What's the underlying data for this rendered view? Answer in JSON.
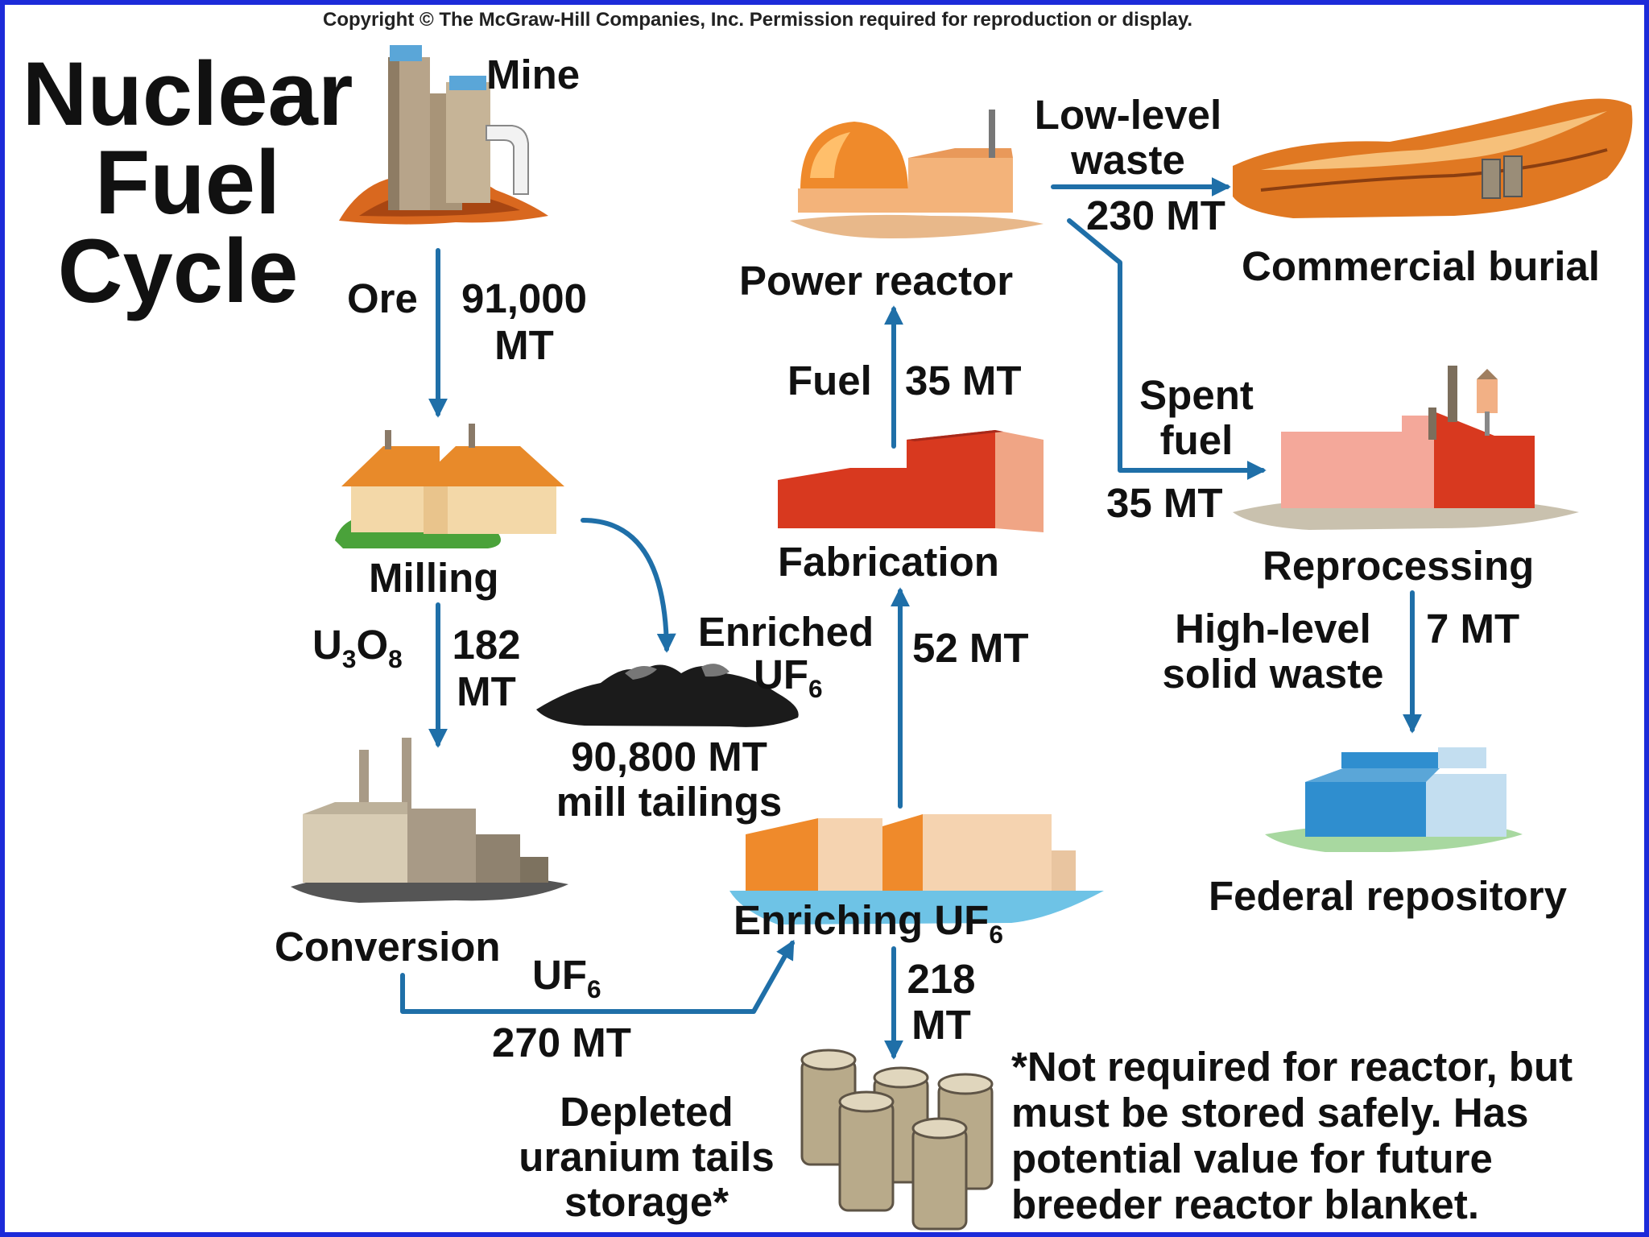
{
  "copyright": "Copyright © The McGraw-Hill Companies, Inc. Permission required for reproduction or display.",
  "title": {
    "line1": "Nuclear",
    "line2": "Fuel",
    "line3": "Cycle"
  },
  "stages": {
    "mine": "Mine",
    "milling": "Milling",
    "conversion": "Conversion",
    "enriching": {
      "text": "Enriching UF",
      "sub": "6"
    },
    "fabrication": "Fabrication",
    "power_reactor": "Power reactor",
    "commercial_burial": "Commercial burial",
    "reprocessing": "Reprocessing",
    "federal_repository": "Federal repository",
    "mill_tailings": {
      "line1": "90,800 MT",
      "line2": "mill tailings"
    },
    "depleted_storage": {
      "line1": "Depleted",
      "line2": "uranium tails",
      "line3": "storage*"
    }
  },
  "flows": {
    "ore": {
      "material": "Ore",
      "amount_line1": "91,000",
      "amount_line2": "MT"
    },
    "u3o8": {
      "m1": "U",
      "s1": "3",
      "m2": "O",
      "s2": "8",
      "amount_line1": "182",
      "amount_line2": "MT"
    },
    "uf6_conversion": {
      "material": "UF",
      "sub": "6",
      "amount": "270 MT"
    },
    "enriched_uf6": {
      "line1": "Enriched",
      "line2": "UF",
      "sub": "6"
    },
    "to_fabrication": {
      "amount": "52 MT"
    },
    "fuel": {
      "material": "Fuel",
      "amount": "35 MT"
    },
    "low_level_waste": {
      "line1": "Low-level",
      "line2": "waste",
      "amount": "230 MT"
    },
    "spent_fuel": {
      "line1": "Spent",
      "line2": "fuel",
      "amount": "35 MT"
    },
    "high_level_waste": {
      "line1": "High-level",
      "line2": "solid waste",
      "amount": "7 MT"
    },
    "tails": {
      "line1": "218",
      "line2": "MT"
    }
  },
  "footnote": {
    "line1": "*Not required for reactor, but",
    "line2": "must be stored safely.  Has",
    "line3": "potential value for future",
    "line4": "breeder reactor blanket."
  },
  "colors": {
    "border": "#1c2bd9",
    "arrow": "#1f6fa8",
    "orange": "#e8892e",
    "red": "#d9402a"
  },
  "icons": [
    "mine-icon",
    "milling-icon",
    "mill-tailings-icon",
    "conversion-icon",
    "enrichment-plant-icon",
    "fabrication-plant-icon",
    "power-reactor-icon",
    "burial-site-icon",
    "reprocessing-plant-icon",
    "repository-icon",
    "storage-cylinders-icon"
  ]
}
